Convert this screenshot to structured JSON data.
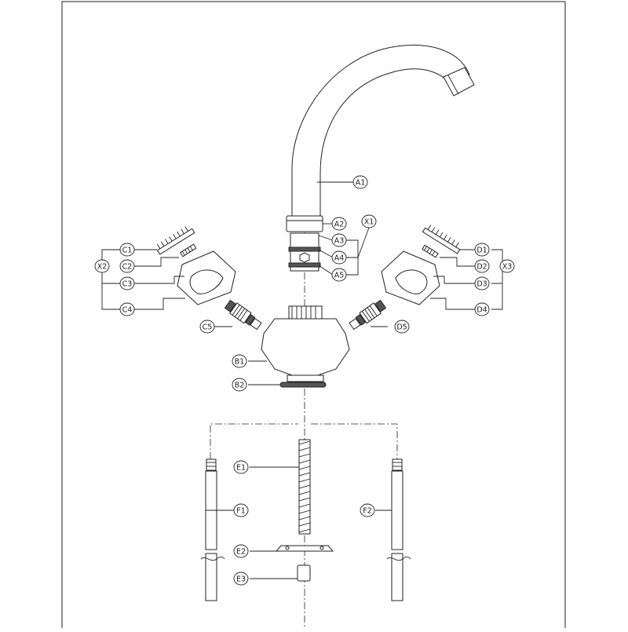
{
  "labels": {
    "A1": "A1",
    "A2": "A2",
    "A3": "A3",
    "A4": "A4",
    "A5": "A5",
    "X1": "X1",
    "X2": "X2",
    "X3": "X3",
    "C1": "C1",
    "C2": "C2",
    "C3": "C3",
    "C4": "C4",
    "C5": "C5",
    "D1": "D1",
    "D2": "D2",
    "D3": "D3",
    "D4": "D4",
    "D5": "D5",
    "B1": "B1",
    "B2": "B2",
    "E1": "E1",
    "E2": "E2",
    "E3": "E3",
    "F1": "F1",
    "F2": "F2"
  }
}
